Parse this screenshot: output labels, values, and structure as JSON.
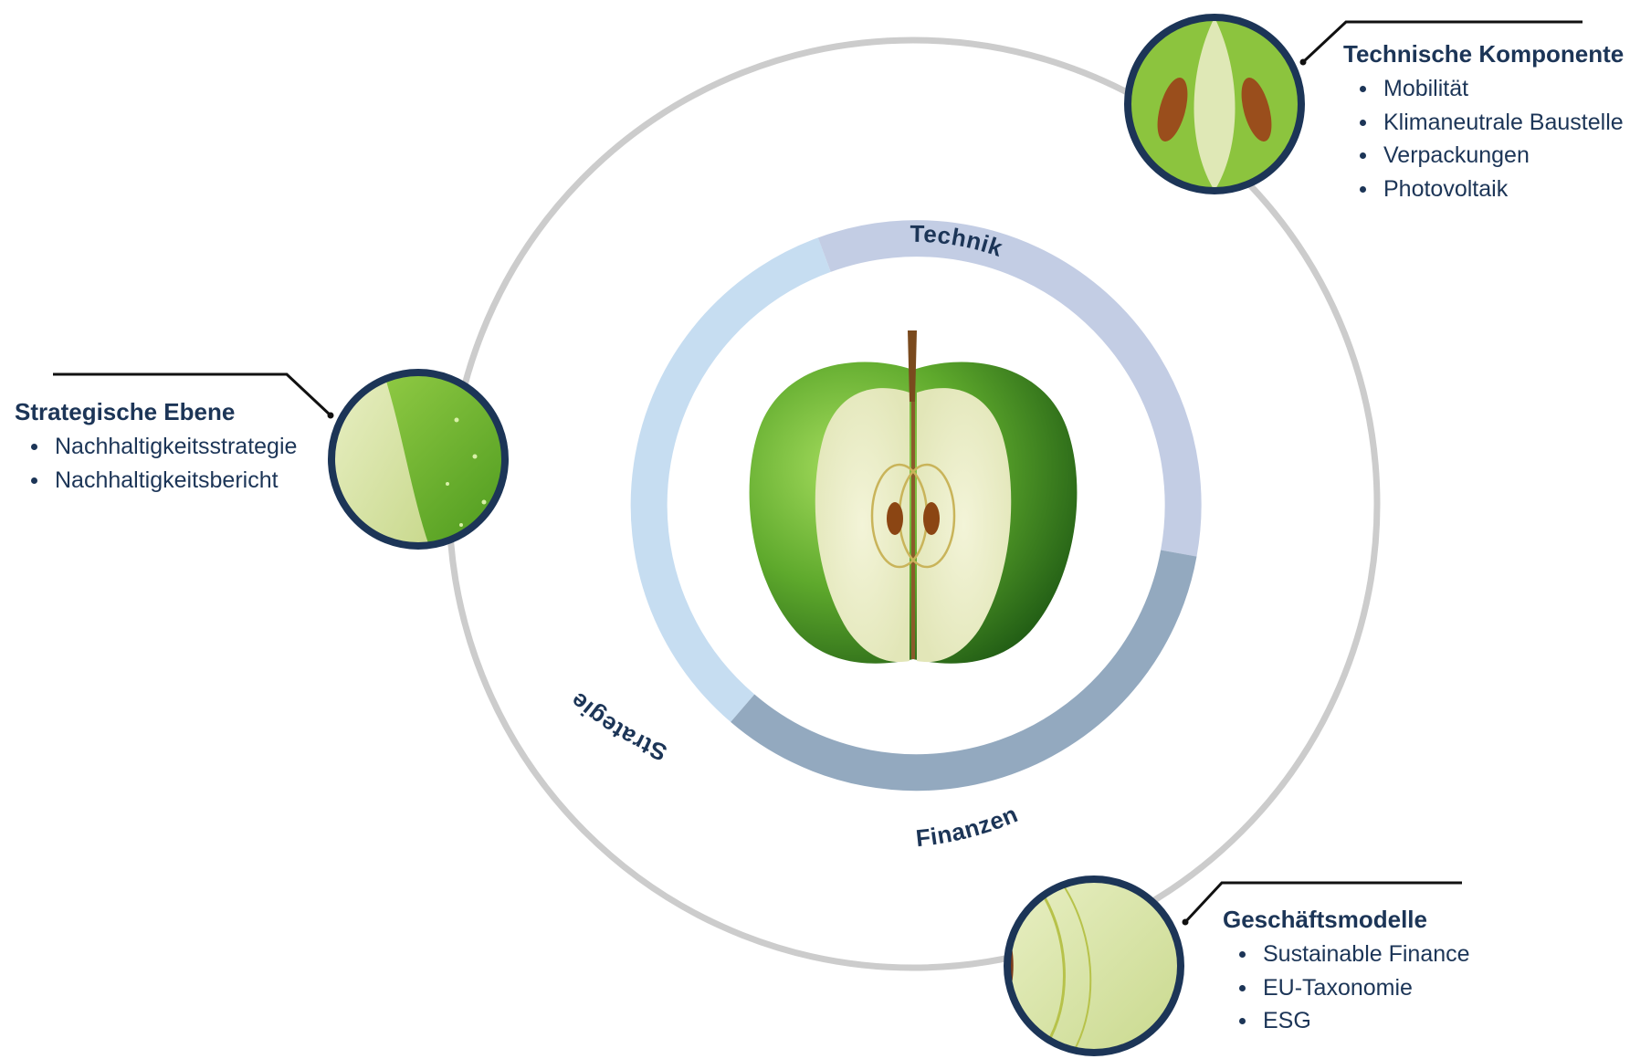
{
  "colors": {
    "navy": "#1c3557",
    "outer_ring": "#cccccc",
    "ring_strategie": "#c6ddf1",
    "ring_technik": "#c3cde4",
    "ring_finanzen": "#93a9bf",
    "apple_green": "#5fae2a",
    "apple_flesh": "#eef0cf"
  },
  "ring_labels": {
    "technik": "Technik",
    "strategie": "Strategie",
    "finanzen": "Finanzen"
  },
  "callouts": {
    "strategische_ebene": {
      "title": "Strategische Ebene",
      "items": [
        "Nachhaltigkeitsstrategie",
        "Nachhaltigkeitsbericht"
      ]
    },
    "technische_komponente": {
      "title": "Technische Komponente",
      "items": [
        "Mobilität",
        "Klimaneutrale Baustelle",
        "Verpackungen",
        "Photovoltaik"
      ]
    },
    "geschaeftsmodelle": {
      "title": "Geschäftsmodelle",
      "items": [
        "Sustainable Finance",
        "EU-Taxonomie",
        "ESG"
      ]
    }
  }
}
